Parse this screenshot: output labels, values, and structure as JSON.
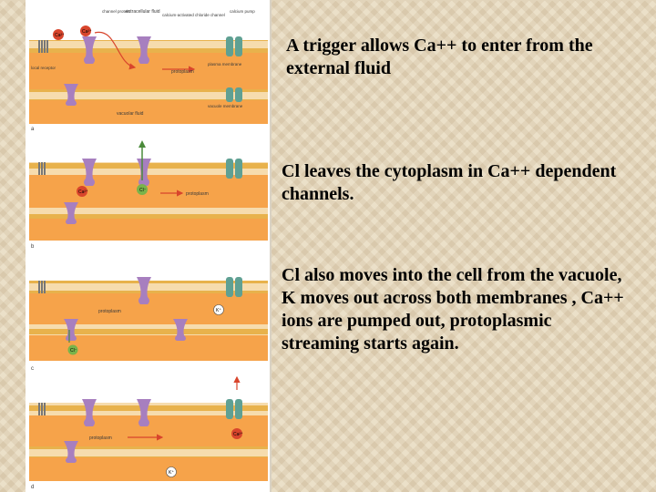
{
  "texts": {
    "step1": "A trigger allows Ca++ to enter from the external fluid",
    "step2": "Cl leaves the cytoplasm in Ca++ dependent channels.",
    "step3": "Cl also  moves into the cell from the vacuole, K moves out across both membranes , Ca++ ions are pumped out, protoplasmic streaming starts again."
  },
  "figure": {
    "labels": {
      "extracellular_fluid": "extracellular fluid",
      "channel_protein": "channel protein",
      "calcium_chloride_channel": "calcium-activated chloride channel",
      "calcium_pump": "calcium pump",
      "local_receptor": "local receptor",
      "protoplasm": "protoplasm",
      "plasma_membrane": "plasma membrane",
      "vacuolar_fluid": "vacuolar fluid",
      "vacuole_membrane": "vacuole membrane"
    },
    "ions": {
      "ca": "Ca²⁺",
      "cl": "Cl⁻",
      "k": "K⁺"
    },
    "panel_letters": [
      "a",
      "b",
      "c",
      "d"
    ]
  },
  "colors": {
    "membrane_head": "#e8b24c",
    "membrane_core": "#f6dcae",
    "protoplasm": "#f6a34a",
    "channel": "#a77fbf",
    "pump": "#5fa093",
    "ca_ion": "#d8452c",
    "cl_ion": "#79b34a",
    "arrow": "#d8452c"
  }
}
